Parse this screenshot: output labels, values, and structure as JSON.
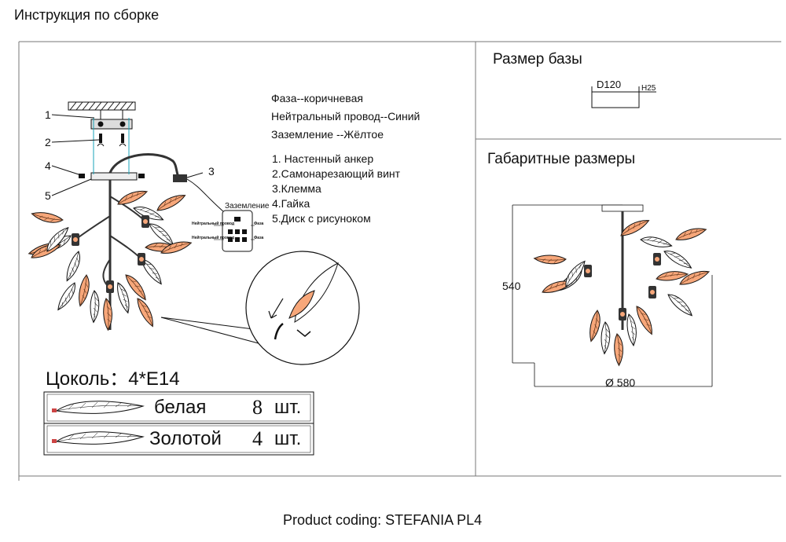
{
  "header": {
    "title": "Инструкция по сборке"
  },
  "footer": {
    "product_coding": "Product coding: STEFANIA PL4"
  },
  "wiring_legend": {
    "phase": "Фаза--коричневая",
    "neutral": "Нейтральный провод--Синий",
    "ground": "Заземление --Жёлтое"
  },
  "parts_list": [
    "1. Настенный анкер",
    "2.Самонарезающий винт",
    "3.Клемма",
    "4.Гайка",
    "5.Диск с рисуноком"
  ],
  "callouts": [
    "1",
    "2",
    "3",
    "4",
    "5"
  ],
  "terminal_block": {
    "title": "Заземление",
    "left_labels": [
      "Нейтральный провод",
      "Нейтральный провод"
    ],
    "right_labels": [
      "Фаза",
      "Фаза"
    ]
  },
  "socket": {
    "label": "Цоколь：4*E14"
  },
  "leaf_counts": [
    {
      "name": "белая",
      "count": "8",
      "unit": "шт."
    },
    {
      "name": "Золотой",
      "count": "4",
      "unit": "шт."
    }
  ],
  "base_size": {
    "title": "Размер базы",
    "diameter": "D120",
    "height": "H25"
  },
  "overall_size": {
    "title": "Габаритные размеры",
    "height": "540",
    "diameter": "Ø 580"
  },
  "colors": {
    "leaf_fill": "#f7a77a",
    "line": "#111111",
    "guide": "#1aa3b8"
  }
}
